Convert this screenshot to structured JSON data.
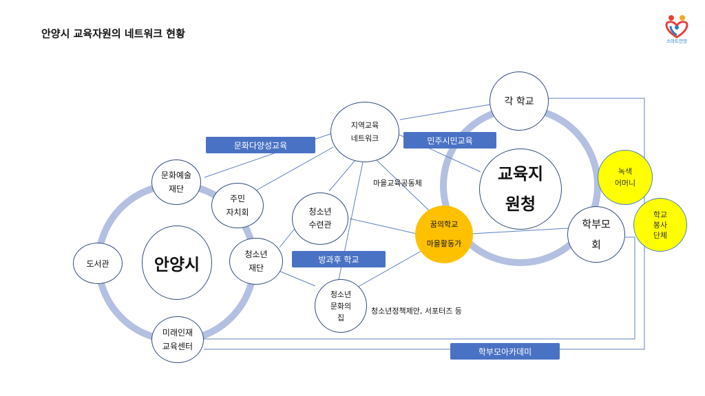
{
  "title": "안양시 교육자원의 네트워크 현황",
  "logo": {
    "text": "스마트안양",
    "icon": "family-heart-icon",
    "colors": [
      "#e8413a",
      "#f5a623",
      "#2b7bc4"
    ]
  },
  "colors": {
    "ring": "#b4c0e1",
    "line": "#5b7fc4",
    "node_border": "#2f4b7c",
    "tag": "#4a72c4",
    "yellow": "#ffff00",
    "gold": "#ffc000"
  },
  "nodes": {
    "city": "안양시",
    "library": "도서관",
    "culture_foundation": "문화예술\n재단",
    "resident_council": "주민\n자치회",
    "youth_foundation": "청소년\n재단",
    "future_center": "미래인재\n교육센터",
    "local_network": "지역교육\n네트워크",
    "youth_training": "청소년\n수련관",
    "youth_culture_house": "청소년\n문화의\n집",
    "dream_school": "꿈의학교\n\n마을활동가",
    "each_school": "각 학교",
    "education_office": "교육지\n원청",
    "parents_assoc": "학부모\n회",
    "green_mothers": "녹색\n어머니",
    "school_volunteer": "학교\n봉사\n단체"
  },
  "tags": {
    "culture_diversity": "문화다양성교육",
    "democratic_citizen": "민주시민교육",
    "after_school": "방과후 학교",
    "parent_academy": "학부모아카데미"
  },
  "labels": {
    "village_community": "마을교육공동체",
    "youth_policy": "청소년정책제안, 서포터즈 등"
  }
}
